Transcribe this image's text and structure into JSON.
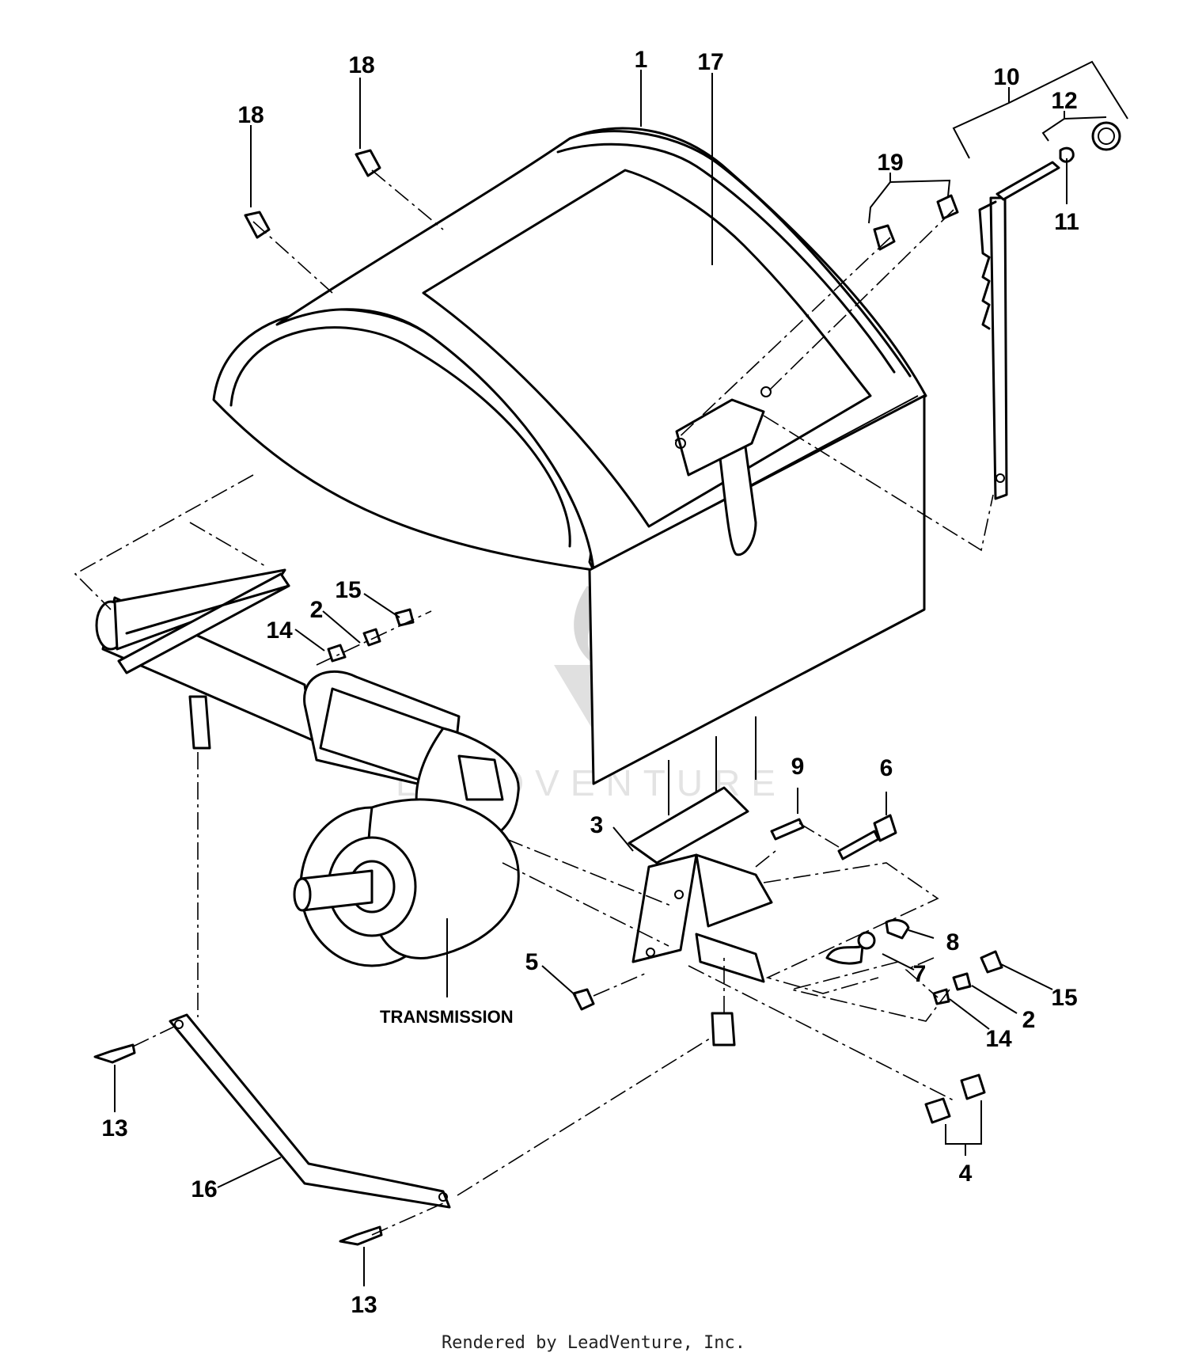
{
  "callouts": [
    {
      "id": "c1",
      "text": "1"
    },
    {
      "id": "c17",
      "text": "17"
    },
    {
      "id": "c18a",
      "text": "18"
    },
    {
      "id": "c18b",
      "text": "18"
    },
    {
      "id": "c19",
      "text": "19"
    },
    {
      "id": "c10",
      "text": "10"
    },
    {
      "id": "c12",
      "text": "12"
    },
    {
      "id": "c11",
      "text": "11"
    },
    {
      "id": "c15a",
      "text": "15"
    },
    {
      "id": "c2a",
      "text": "2"
    },
    {
      "id": "c14a",
      "text": "14"
    },
    {
      "id": "c9",
      "text": "9"
    },
    {
      "id": "c6",
      "text": "6"
    },
    {
      "id": "c3",
      "text": "3"
    },
    {
      "id": "c8",
      "text": "8"
    },
    {
      "id": "c7",
      "text": "7"
    },
    {
      "id": "c5",
      "text": "5"
    },
    {
      "id": "c15b",
      "text": "15"
    },
    {
      "id": "c2b",
      "text": "2"
    },
    {
      "id": "c14b",
      "text": "14"
    },
    {
      "id": "c4",
      "text": "4"
    },
    {
      "id": "c13a",
      "text": "13"
    },
    {
      "id": "c16",
      "text": "16"
    },
    {
      "id": "c13b",
      "text": "13"
    }
  ],
  "transmission_label": "TRANSMISSION",
  "watermark": "LEADVENTURE",
  "footer": "Rendered by LeadVenture, Inc."
}
